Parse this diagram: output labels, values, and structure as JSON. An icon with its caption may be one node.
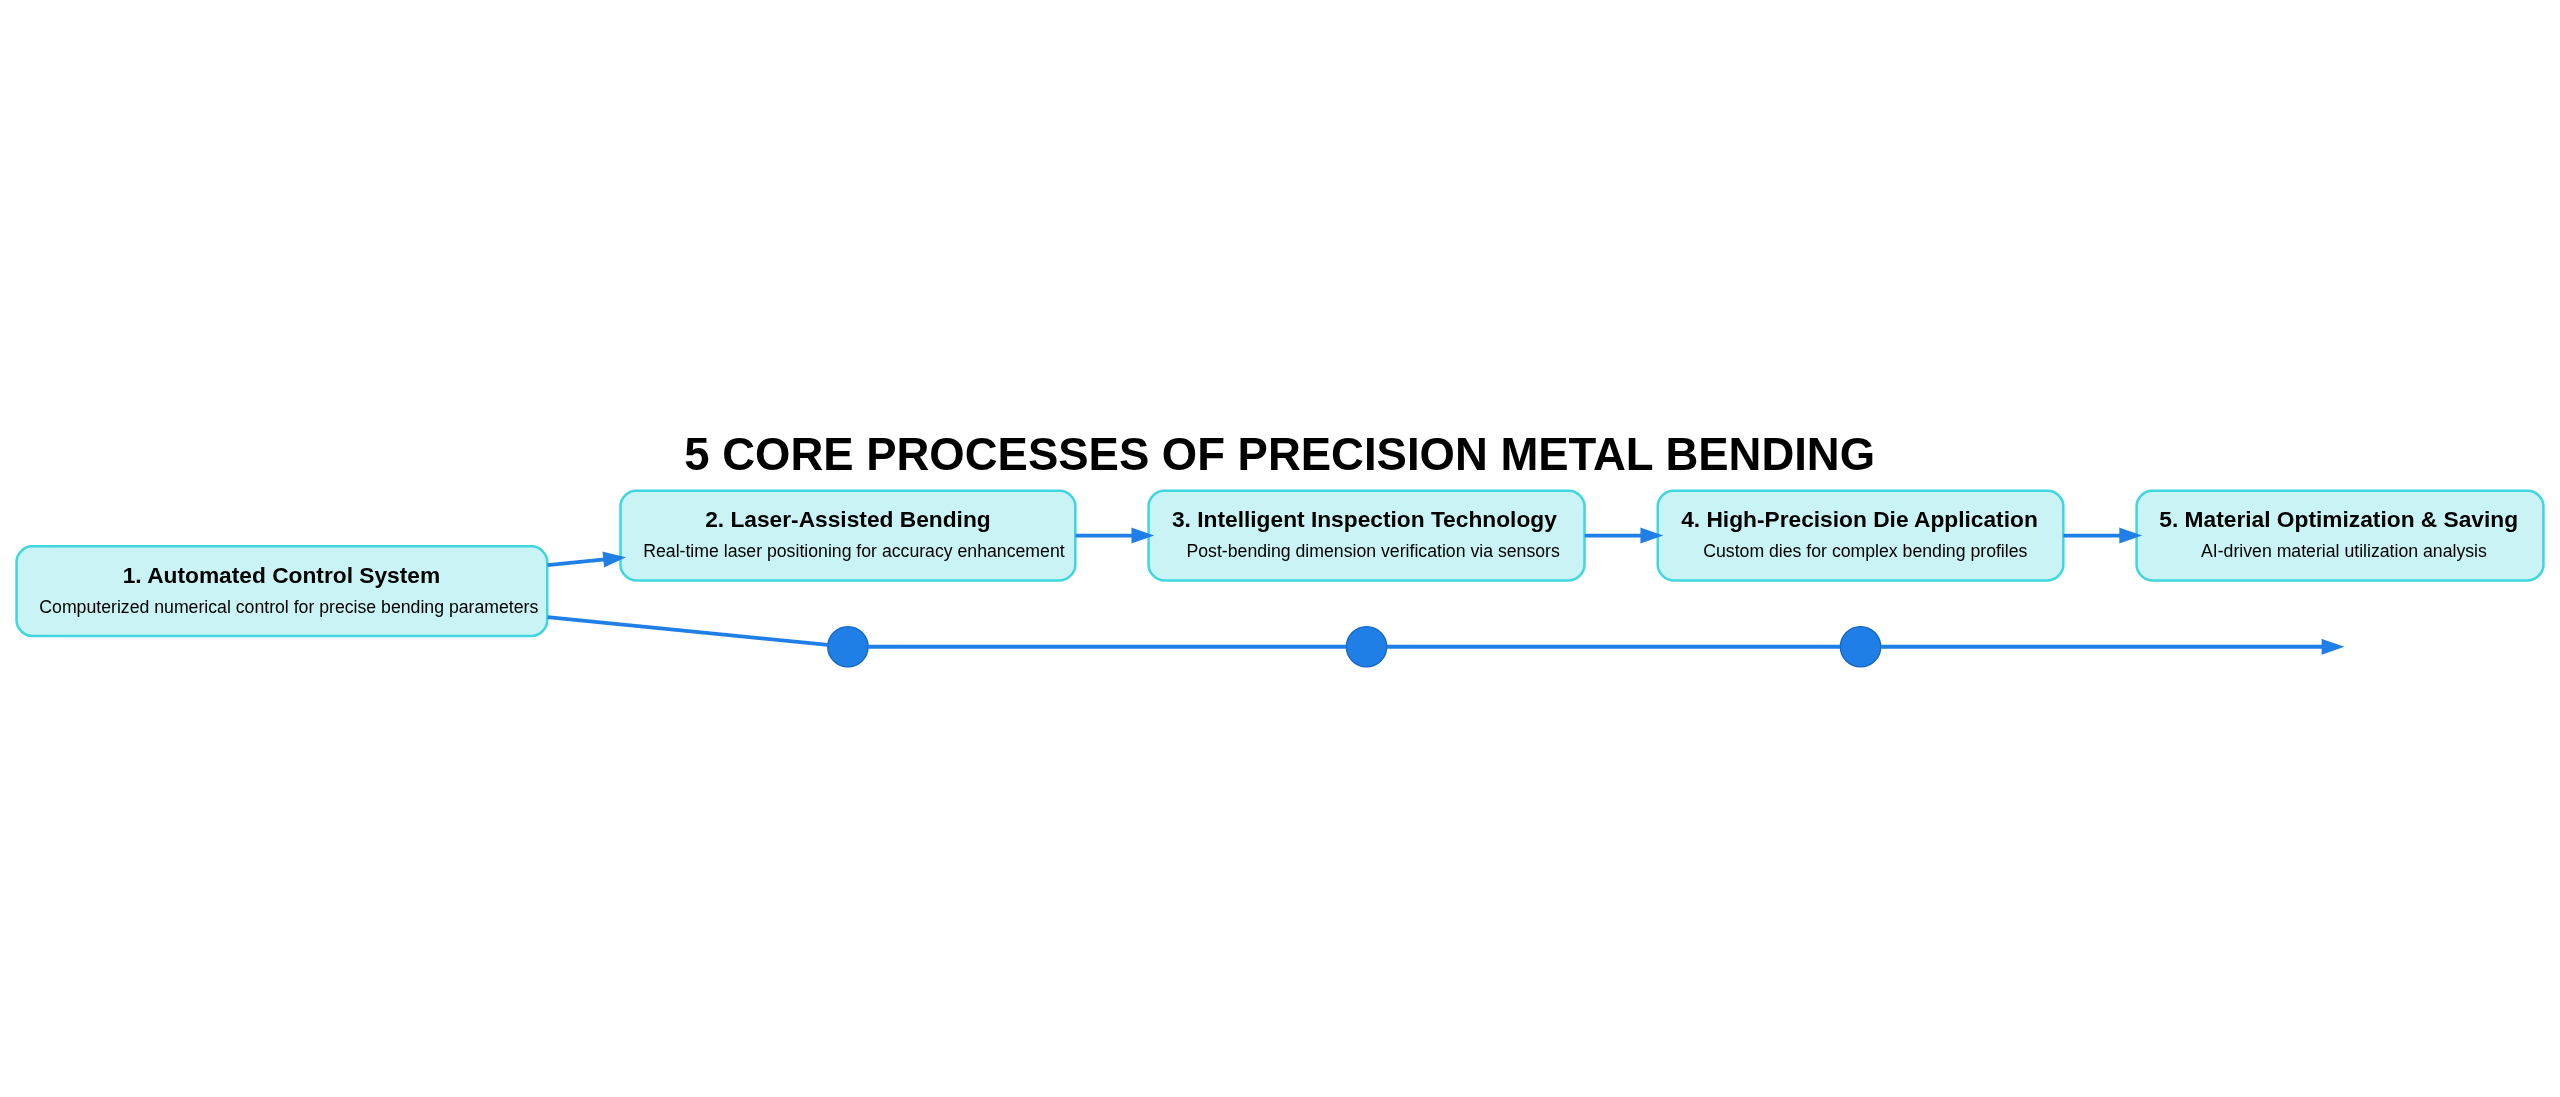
{
  "diagram": {
    "title": "5 CORE PROCESSES OF PRECISION METAL BENDING",
    "nodes": [
      {
        "text": [
          "1. Automated Control System",
          "Computerized numerical control for precise bending parameters"
        ]
      },
      {
        "text": [
          "2. Laser-Assisted Bending",
          "Real-time laser positioning for accuracy enhancement"
        ]
      },
      {
        "text": [
          "3. Intelligent Inspection Technology",
          "Post-bending dimension verification via sensors"
        ]
      },
      {
        "text": [
          "4. High-Precision Die Application",
          "Custom dies for complex bending profiles"
        ]
      },
      {
        "text": [
          "5. Material Optimization & Saving",
          "AI-driven material utilization analysis"
        ]
      },
      {
        "text": [],
        "shape": "circle"
      },
      {
        "text": [],
        "shape": "circle"
      },
      {
        "text": [],
        "shape": "circle"
      }
    ],
    "edges": [
      {
        "from": 0,
        "to": 1,
        "arrow": "to"
      },
      {
        "from": 1,
        "to": 2,
        "arrow": "to"
      },
      {
        "from": 2,
        "to": 3,
        "arrow": "to"
      },
      {
        "from": 3,
        "to": 4,
        "arrow": "to"
      },
      {
        "from": 0,
        "to": 5,
        "arrow": "none"
      },
      {
        "from": 5,
        "to": 6,
        "arrow": "none"
      },
      {
        "from": 6,
        "to": 7,
        "arrow": "none"
      },
      {
        "from": 7,
        "to": null,
        "arrow": "to"
      }
    ]
  }
}
